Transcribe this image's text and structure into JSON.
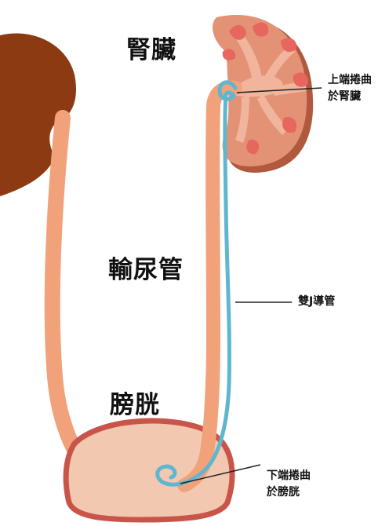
{
  "labels": {
    "kidney": "腎臟",
    "ureter": "輸尿管",
    "bladder": "膀胱",
    "upper_coil_line1": "上端捲曲",
    "upper_coil_line2": "於腎臟",
    "stent": "雙J導管",
    "lower_coil_line1": "下端捲曲",
    "lower_coil_line2": "於膀胱"
  },
  "colors": {
    "kidney_dark": "#8b3a12",
    "kidney_right": "#e39276",
    "kidney_shadow": "#b1593d",
    "calyx": "#f1b49c",
    "papilla": "#e7665e",
    "ureter": "#f1a27b",
    "ureter_edge": "#d47f5c",
    "stent": "#5fb7cf",
    "bladder_fill": "#f3c8b0",
    "bladder_wall": "#c9554a",
    "leader_line": "#222222"
  }
}
